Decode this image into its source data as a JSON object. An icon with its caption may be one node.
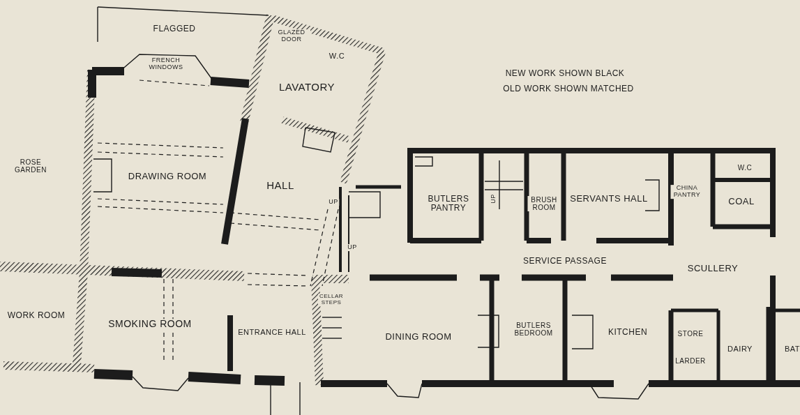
{
  "diagram": {
    "labels": [
      "FLAGGED",
      "GLAZED DOOR",
      "W.C",
      "FRENCH WINDOWS",
      "NEW WORK SHOWN BLACK",
      "LAVATORY",
      "OLD WORK SHOWN MATCHED",
      "ROSE GARDEN",
      "W.C",
      "DRAWING ROOM",
      "HALL",
      "CHINA PANTRY",
      "SERVANTS HALL",
      "UP",
      "COAL",
      "UP",
      "BUTLERS PANTRY",
      "BRUSH ROOM",
      "UP",
      "SERVICE PASSAGE",
      "SCULLERY",
      "CELLAR STEPS",
      "WORK ROOM",
      "SMOKING ROOM",
      "BUTLERS BEDROOM",
      "ENTRANCE HALL",
      "KITCHEN",
      "STORE",
      "DINING ROOM",
      "DAIRY",
      "BAT",
      "LARDER"
    ]
  }
}
